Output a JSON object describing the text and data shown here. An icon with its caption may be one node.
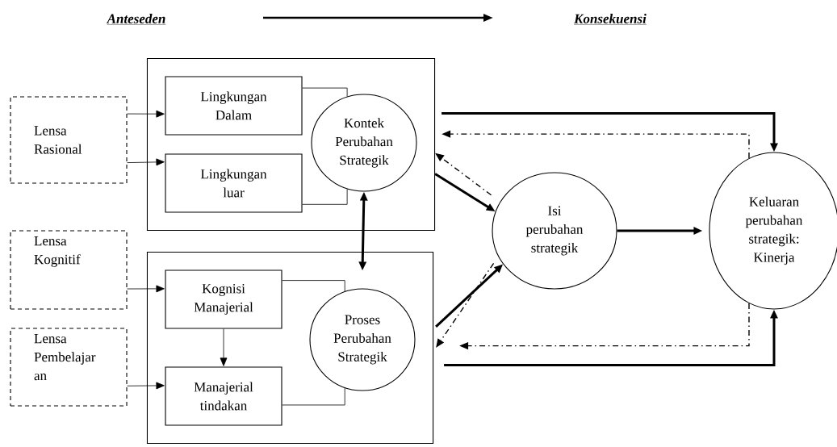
{
  "diagram": {
    "nodes": [
      {
        "text": [],
        "shape": "box"
      },
      {
        "text": [
          "Lingkungan Dalam"
        ],
        "in": 0
      },
      {
        "text": [
          "Lingkungan luar"
        ],
        "in": 0
      },
      {
        "text": [
          "Kontek Perubahan Strategik"
        ],
        "in": 0
      },
      {
        "text": [],
        "shape": "box"
      },
      {
        "text": [
          "Kognisi Manajerial"
        ],
        "in": 4
      },
      {
        "text": [
          "Manajerial tindakan"
        ],
        "in": 4
      },
      {
        "text": [
          "Proses Perubahan Strategik"
        ],
        "in": 4
      },
      {
        "text": [
          "Lensa Rasional"
        ]
      },
      {
        "text": [
          "Lensa Kognitif"
        ]
      },
      {
        "text": [
          "Lensa Pembelajar an"
        ]
      },
      {
        "text": [
          "Isi perubahan strategik"
        ]
      },
      {
        "text": [
          "Keluaran perubahan strategik: Kinerja"
        ]
      }
    ],
    "edges": [
      {
        "from": 8,
        "to": 1,
        "arrow": "to"
      },
      {
        "from": 8,
        "to": 2,
        "arrow": "to"
      },
      {
        "from": 9,
        "to": 5,
        "arrow": "to"
      },
      {
        "from": 10,
        "to": 6,
        "arrow": "to"
      },
      {
        "from": 5,
        "to": 6,
        "arrow": "to"
      },
      {
        "from": 1,
        "to": 3,
        "arrow": "none"
      },
      {
        "from": 2,
        "to": 3,
        "arrow": "none"
      },
      {
        "from": 5,
        "to": 7,
        "arrow": "none"
      },
      {
        "from": 6,
        "to": 7,
        "arrow": "none"
      },
      {
        "from": 3,
        "to": 7,
        "arrow": "both",
        "style": "thick"
      },
      {
        "from": 0,
        "to": 12,
        "arrow": "to",
        "style": "thick"
      },
      {
        "from": 12,
        "to": 0,
        "arrow": "to",
        "style": "dashed"
      },
      {
        "from": 11,
        "to": 0,
        "arrow": "to",
        "style": "dashed"
      },
      {
        "from": 0,
        "to": 11,
        "arrow": "to",
        "style": "thick"
      },
      {
        "from": 11,
        "to": 12,
        "arrow": "to",
        "style": "thick"
      },
      {
        "from": 4,
        "to": 11,
        "arrow": "to",
        "style": "thick"
      },
      {
        "from": 11,
        "to": 4,
        "arrow": "to",
        "style": "dashed"
      },
      {
        "from": 12,
        "to": 4,
        "arrow": "to",
        "style": "dashed"
      },
      {
        "from": 4,
        "to": 12,
        "arrow": "to",
        "style": "thick"
      }
    ],
    "labels": [
      "Anteseden",
      "Konsekuensi"
    ]
  }
}
